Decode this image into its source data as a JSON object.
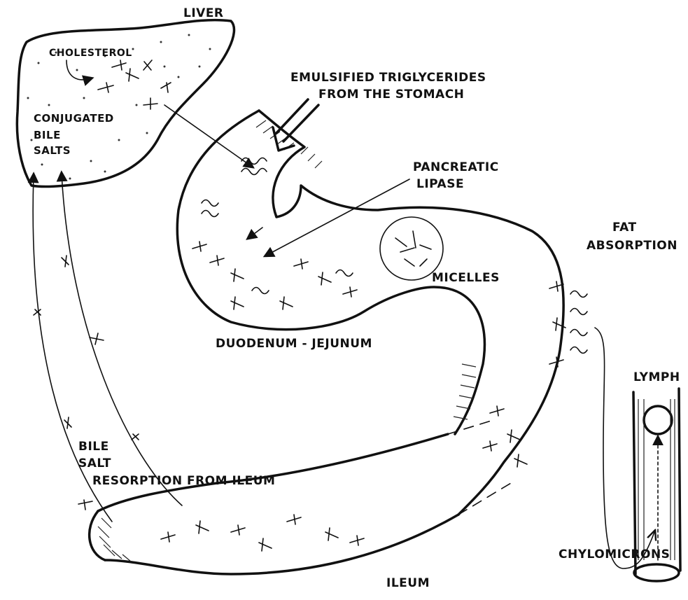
{
  "labels": {
    "liver": "LIVER",
    "cholesterol": "CHOLESTEROL",
    "conjugated_1": "CONJUGATED",
    "conjugated_2": "BILE",
    "conjugated_3": "SALTS",
    "emulsified_1": "EMULSIFIED TRIGLYCERIDES",
    "emulsified_2": "FROM THE STOMACH",
    "lipase_1": "PANCREATIC",
    "lipase_2": "LIPASE",
    "fat_1": "FAT",
    "fat_2": "ABSORPTION",
    "micelles": "MICELLES",
    "duodenum": "DUODENUM - JEJUNUM",
    "lymph": "LYMPH",
    "bile_1": "BILE",
    "bile_2": "SALT",
    "bile_3": "RESORPTION FROM ILEUM",
    "chylomicrons": "CHYLOMICRONS",
    "ileum": "ILEUM"
  }
}
